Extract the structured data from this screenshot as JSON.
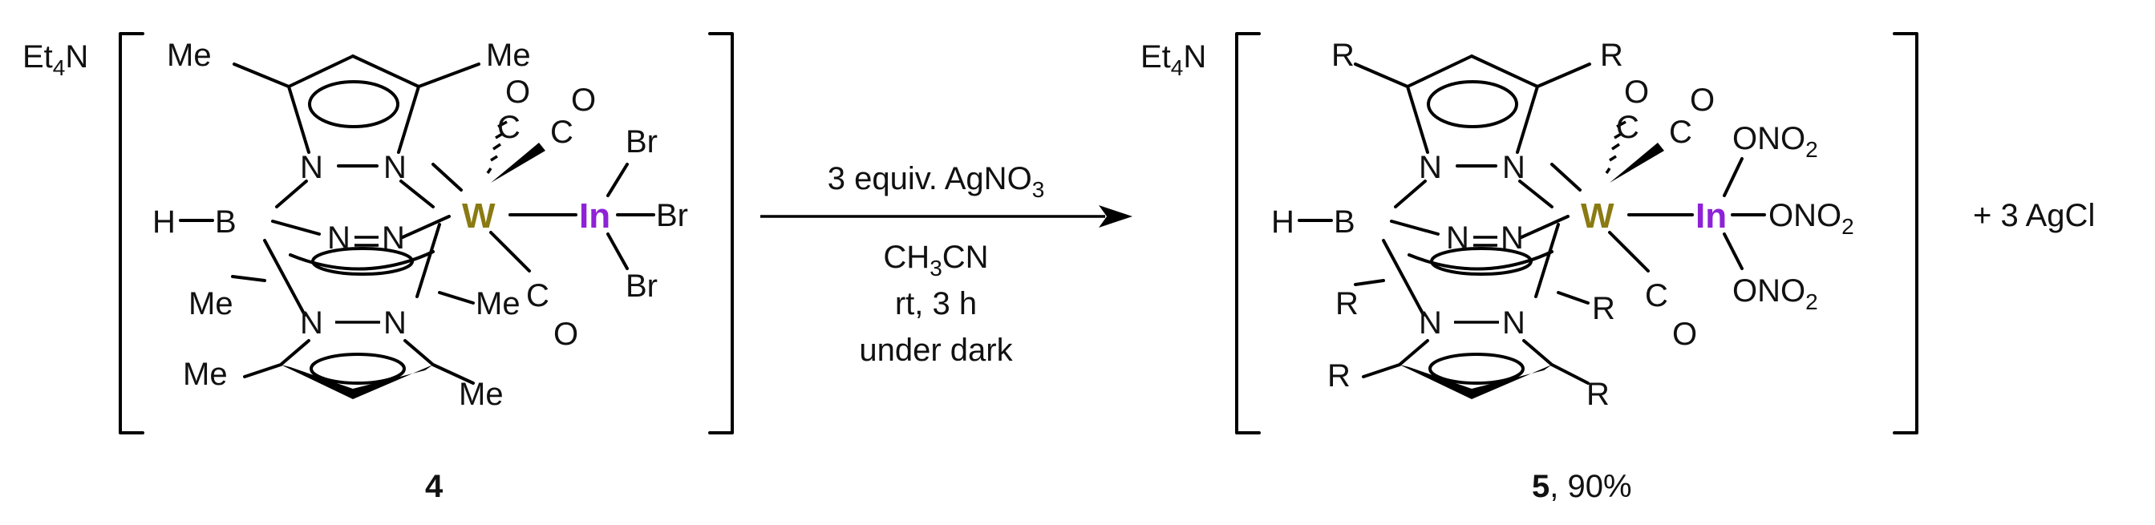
{
  "colors": {
    "tungsten": "#8a7a12",
    "indium": "#8e22d6",
    "ink": "#111111"
  },
  "reactant": {
    "cation": {
      "prefix": "Et",
      "sub": "4",
      "suffix": "N"
    },
    "labels": {
      "me1": "Me",
      "me2": "Me",
      "me3": "Me",
      "me4": "Me",
      "me5": "Me",
      "me6": "Me",
      "n1": "N",
      "n2": "N",
      "n3": "N",
      "n4": "N",
      "n5": "N",
      "n6": "N",
      "h": "H",
      "b": "B",
      "w": "W",
      "in": "In",
      "co_c1": "C",
      "co_o1": "O",
      "co_c2": "C",
      "co_o2": "O",
      "co_c3": "C",
      "co_o3": "O",
      "br1": "Br",
      "br2": "Br",
      "br3": "Br"
    },
    "compound_number": "4"
  },
  "conditions": {
    "reagent": {
      "text": "3 equiv. AgNO",
      "sub": "3"
    },
    "solvent": {
      "a": "CH",
      "sub": "3",
      "b": "CN"
    },
    "time": "rt, 3 h",
    "note": "under dark"
  },
  "product": {
    "cation": {
      "prefix": "Et",
      "sub": "4",
      "suffix": "N"
    },
    "labels": {
      "r1": "R",
      "r2": "R",
      "r3": "R",
      "r4": "R",
      "r5": "R",
      "r6": "R",
      "n1": "N",
      "n2": "N",
      "n3": "N",
      "n4": "N",
      "n5": "N",
      "n6": "N",
      "h": "H",
      "b": "B",
      "w": "W",
      "in": "In",
      "co_c1": "C",
      "co_o1": "O",
      "co_c2": "C",
      "co_o2": "O",
      "co_c3": "C",
      "co_o3": "O"
    },
    "nitrate": {
      "text": "ONO",
      "sub": "2"
    },
    "compound_number": "5",
    "yield_text": ", 90%"
  },
  "byproduct": "+ 3 AgCl"
}
